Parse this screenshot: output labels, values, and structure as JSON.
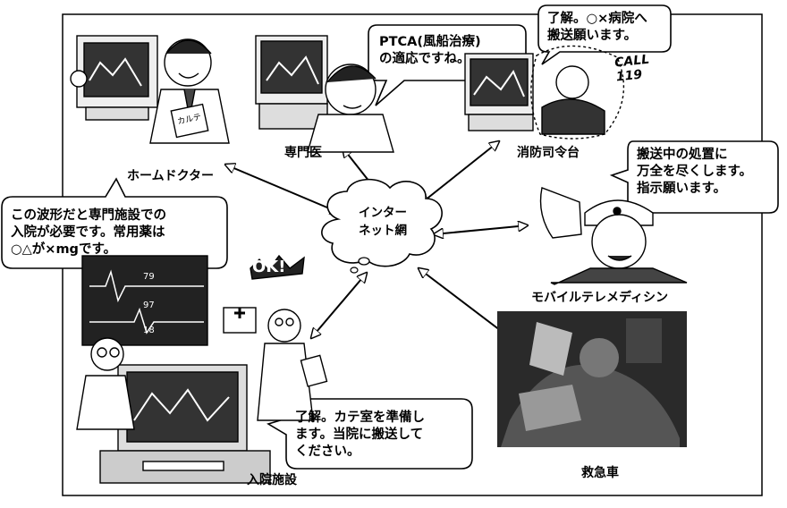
{
  "nodes": {
    "home_doctor": "ホームドクター",
    "specialist": "専門医",
    "fire_command": "消防司令台",
    "mobile_telemedicine": "モバイルテレメディシン",
    "ambulance": "救急車",
    "hospital": "入院施設"
  },
  "center": {
    "label": "インター\nネット網"
  },
  "bubbles": {
    "specialist": "PTCA(風船治療)\nの適応ですね。",
    "fire_command": "了解。○×病院へ\n搬送願います。",
    "mobile": "搬送中の処置に\n万全を尽くします。\n指示願います。",
    "home_doctor": "この波形だと専門施設での\n入院が必要です。常用薬は\n○△が×mgです。",
    "hospital": "了解。カテ室を準備し\nます。当院に搬送して\nください。"
  },
  "illustration_text": {
    "call_sign": "CALL\n119",
    "karte": "カルテ",
    "monitor_values": [
      "79",
      "97",
      "18"
    ],
    "exclaim": "OK!"
  }
}
